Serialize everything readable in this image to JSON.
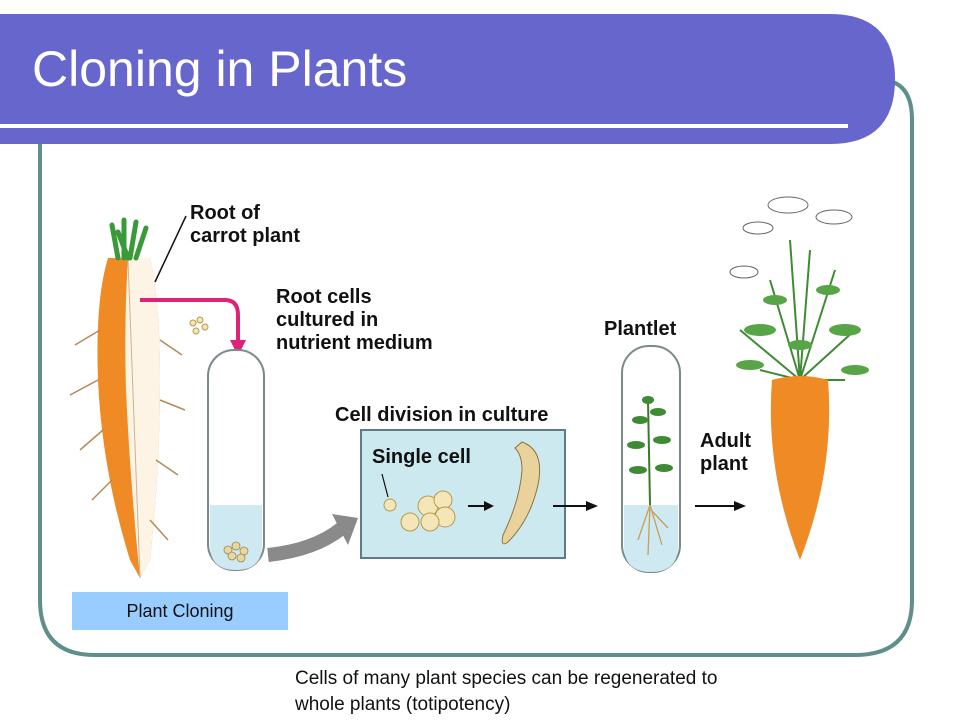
{
  "slide": {
    "title": "Cloning in Plants",
    "caption": "Plant Cloning",
    "description_lines": [
      "Cells of many plant species can be regenerated to",
      "whole plants (totipotency)"
    ]
  },
  "diagram": {
    "labels": {
      "root": [
        "Root of",
        "carrot plant"
      ],
      "cultured": [
        "Root cells",
        "cultured in",
        "nutrient medium"
      ],
      "division": "Cell division in culture",
      "single_cell": "Single cell",
      "plantlet": "Plantlet",
      "adult": [
        "Adult",
        "plant"
      ]
    }
  },
  "colors": {
    "title_bar": "#6666cc",
    "frame": "#5e8f8a",
    "arrow_magenta": "#e0217a",
    "culture_box": "#cde9f0",
    "carrot": "#f08a24",
    "caption_bg": "#99ccff"
  }
}
